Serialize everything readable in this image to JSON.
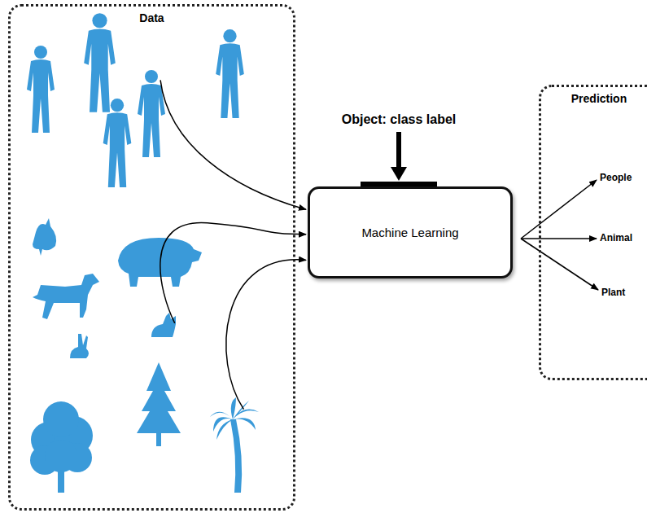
{
  "diagram": {
    "nodes": [
      {
        "text": [
          "Data"
        ]
      },
      {
        "text": [
          "Machine Learning"
        ]
      },
      {
        "text": [
          "Prediction"
        ]
      }
    ],
    "edges": [
      {
        "from": 0,
        "to": 1,
        "arrow": "to"
      },
      {
        "from": 0,
        "to": 1,
        "arrow": "to"
      },
      {
        "from": 0,
        "to": 1,
        "arrow": "to"
      }
    ],
    "labels": [
      "Object: class label",
      "People",
      "Animal",
      "Plant"
    ]
  }
}
